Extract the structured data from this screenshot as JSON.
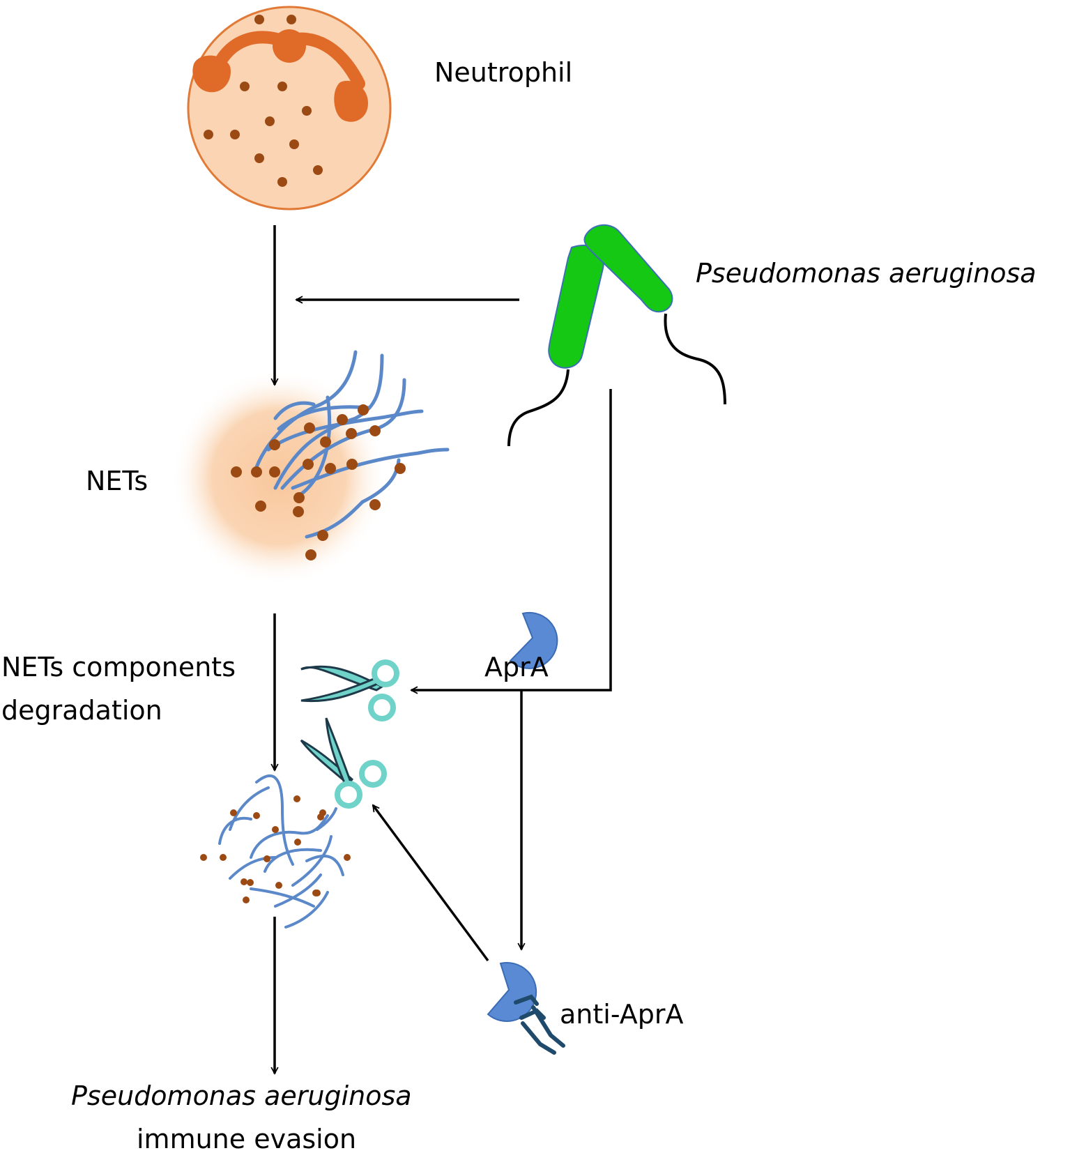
{
  "labels": {
    "neutrophil": "Neutrophil",
    "pseudomonas": "Pseudomonas aeruginosa",
    "nets": "NETs",
    "degradation_line1": "NETs components",
    "degradation_line2": "degradation",
    "apra": "AprA",
    "anti_apra": "anti-AprA",
    "evasion_line1": "Pseudomonas aeruginosa",
    "evasion_line2": "immune evasion"
  },
  "colors": {
    "neutrophil_fill": "#fbd4b4",
    "neutrophil_stroke": "#e07a36",
    "nucleus": "#e06a28",
    "granule": "#9c4a14",
    "net_fiber": "#5b88c9",
    "net_halo": "#f9c79c",
    "bacterium_fill": "#14c814",
    "bacterium_stroke": "#3c6fb8",
    "enzyme": "#5b8ad4",
    "scissors": "#6fd3c9",
    "antibody": "#1f4a6b",
    "arrow": "#000000"
  },
  "icons": [
    "neutrophil-icon",
    "bacterium-icon",
    "net-icon",
    "scissors-icon",
    "enzyme-icon",
    "antibody-icon"
  ]
}
